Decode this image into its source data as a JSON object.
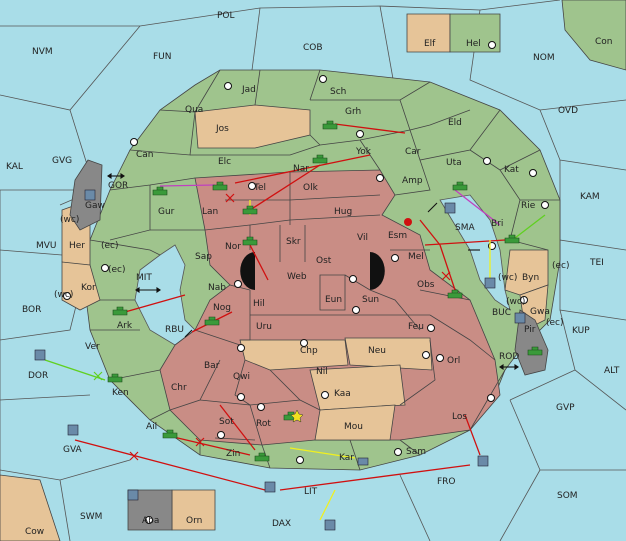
{
  "colors": {
    "sea": "#a9dde8",
    "green_power": "#9fc48d",
    "red_power": "#c98d85",
    "tan_power": "#e6c498",
    "grey_power": "#888888",
    "order_red": "#d01010",
    "order_yellow": "#f0f020",
    "order_green": "#60d020",
    "order_magenta": "#c040c0"
  },
  "legend_top": {
    "left": "Elf",
    "right": "Hel"
  },
  "legend_bottom": {
    "left": "Aba",
    "right": "Orn"
  },
  "labels": {
    "POL": "POL",
    "NVM": "NVM",
    "FUN": "FUN",
    "COB": "COB",
    "NOM": "NOM",
    "Con": "Con",
    "OVD": "OVD",
    "KAL": "KAL",
    "GVG": "GVG",
    "KAM": "KAM",
    "MVU": "MVU",
    "TEI": "TEI",
    "BOR": "BOR",
    "KUP": "KUP",
    "DOR": "DOR",
    "ALT": "ALT",
    "GVP": "GVP",
    "GVA": "GVA",
    "FRO": "FRO",
    "SOM": "SOM",
    "SWM": "SWM",
    "DAX": "DAX",
    "Cow": "Cow",
    "LIT": "LIT",
    "GOR": "GOR",
    "MIT": "MIT",
    "RBU": "RBU",
    "SMA": "SMA",
    "BUC": "BUC",
    "ROD": "ROD",
    "Jad": "Jad",
    "Sch": "Sch",
    "Qua": "Qua",
    "Jos": "Jos",
    "Grh": "Grh",
    "Eld": "Eld",
    "Can": "Can",
    "Elc": "Elc",
    "Yok": "Yok",
    "Car": "Car",
    "Uta": "Uta",
    "Nar": "Nar",
    "Kat": "Kat",
    "Amp": "Amp",
    "Tel": "Tel",
    "Olk": "Olk",
    "Gur": "Gur",
    "Lan": "Lan",
    "Hug": "Hug",
    "Esm": "Esm",
    "Bri": "Bri",
    "Rie": "Rie",
    "Gaw": "Gaw",
    "Vil": "Vil",
    "Nor": "Nor",
    "Skr": "Skr",
    "Ost": "Ost",
    "Mel": "Mel",
    "Sap": "Sap",
    "Web": "Web",
    "Her": "Her",
    "wc1": "(wc)",
    "ec1": "(ec)",
    "ec2": "(ec)",
    "Kor": "Kor",
    "wc2": "(wc)",
    "Nab": "Nab",
    "Eun": "Eun",
    "Obs": "Obs",
    "Byn": "Byn",
    "wc3": "(wc)",
    "ec3": "(ec)",
    "wc4": "(wc)",
    "Hil": "Hil",
    "Sun": "Sun",
    "Gwa": "Gwa",
    "ec4": "(ec)",
    "Nog": "Nog",
    "Ark": "Ark",
    "Uru": "Uru",
    "Feu": "Feu",
    "Pir": "Pir",
    "Chp": "Chp",
    "Ver": "Ver",
    "Neu": "Neu",
    "Orl": "Orl",
    "Bar": "Bar",
    "Nil": "Nil",
    "Qwi": "Qwi",
    "Ken": "Ken",
    "Chr": "Chr",
    "Kaa": "Kaa",
    "Los": "Los",
    "Sot": "Sot",
    "Rot": "Rot",
    "Ail": "Ail",
    "Mou": "Mou",
    "Zin": "Zin",
    "Sam": "Sam",
    "Kar": "Kar"
  }
}
